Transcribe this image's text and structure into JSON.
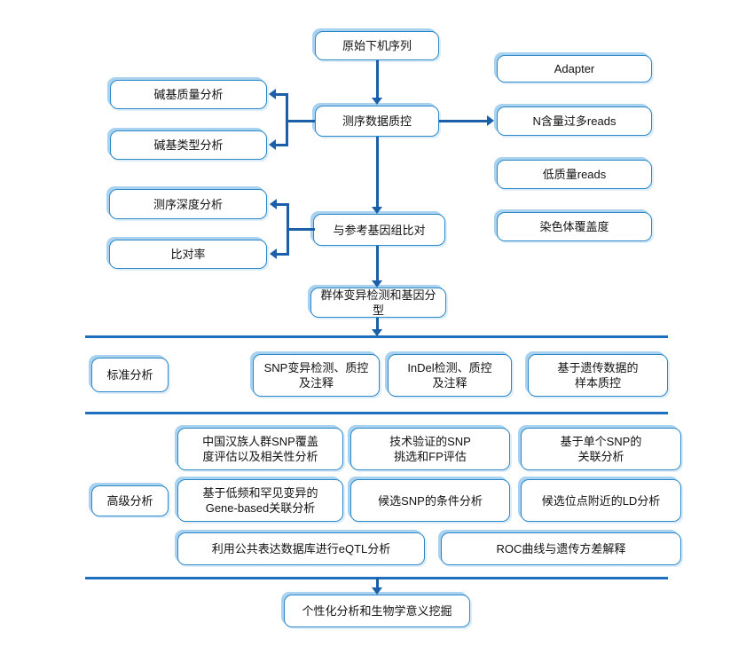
{
  "colors": {
    "box_border": "#2b87c8",
    "box_glow": "#a9d2f0",
    "arrow": "#1a5fa8",
    "divider": "#1e6fbd",
    "text": "#111111"
  },
  "nodes": {
    "main_flow": [
      "原始下机序列",
      "测序数据质控",
      "与参考基因组比对",
      "群体变异检测和基因分型"
    ],
    "qc_left": [
      "碱基质量分析",
      "碱基类型分析"
    ],
    "align_left": [
      "测序深度分析",
      "比对率"
    ],
    "right_column": [
      "Adapter",
      "N含量过多reads",
      "低质量reads",
      "染色体覆盖度"
    ],
    "standard": {
      "label": "标准分析",
      "items": [
        "SNP变异检测、质控\n及注释",
        "InDel检测、质控\n及注释",
        "基于遗传数据的\n样本质控"
      ]
    },
    "advanced": {
      "label": "高级分析",
      "row1": [
        "中国汉族人群SNP覆盖\n度评估以及相关性分析",
        "技术验证的SNP\n挑选和FP评估",
        "基于单个SNP的\n关联分析"
      ],
      "row2": [
        "基于低频和罕见变异的\nGene-based关联分析",
        "候选SNP的条件分析",
        "候选位点附近的LD分析"
      ],
      "row3": [
        "利用公共表达数据库进行eQTL分析",
        "ROC曲线与遗传方差解释"
      ]
    },
    "final": "个性化分析和生物学意义挖掘"
  }
}
